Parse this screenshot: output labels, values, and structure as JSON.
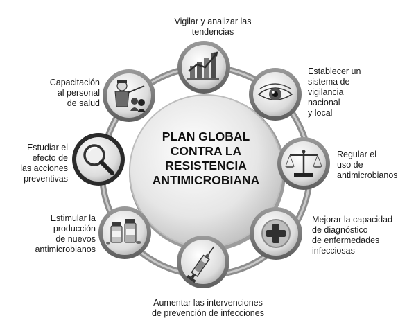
{
  "center_title": "PLAN GLOBAL\nCONTRA LA\nRESISTENCIA\nANTIMICROBIANA",
  "nodes": [
    {
      "label": "Vigilar y analizar las\ntendencias",
      "icon": "trend-chart-icon"
    },
    {
      "label": "Establecer un\nsistema de\nvigilancia\nnacional\ny local",
      "icon": "eye-icon"
    },
    {
      "label": "Regular el\nuso de\nantimicrobianos",
      "icon": "scales-icon"
    },
    {
      "label": "Mejorar la capacidad\nde diagnóstico\nde enfermedades\ninfecciosas",
      "icon": "medical-cross-icon"
    },
    {
      "label": "Aumentar las intervenciones\nde prevención de infecciones",
      "icon": "syringe-icon"
    },
    {
      "label": "Estimular la\nproducción\nde nuevos\nantimicrobianos",
      "icon": "medicine-bottles-icon"
    },
    {
      "label": "Estudiar el\nefecto de\nlas acciones\npreventivas",
      "icon": "magnifier-icon"
    },
    {
      "label": "Capacitación\nal personal\nde salud",
      "icon": "teacher-icon"
    }
  ]
}
